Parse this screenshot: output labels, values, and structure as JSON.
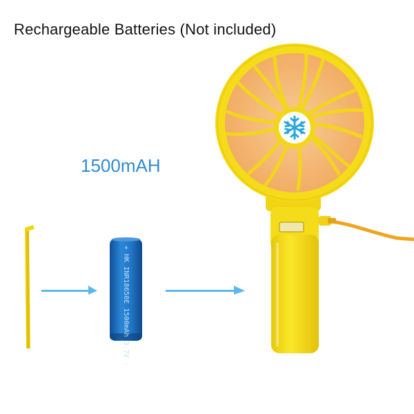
{
  "header": {
    "title": "Rechargeable Batteries (Not included)"
  },
  "capacity_label": "1500mAH",
  "battery": {
    "print": "+ HK INR18650E 1500mAh 3.7V -"
  },
  "colors": {
    "fan_yellow": "#f5dc1a",
    "fan_shadow": "#e6c410",
    "fan_blade_inner": "#f4b76e",
    "battery_blue": "#1f6fc2",
    "arrow_blue": "#5cb8ec",
    "snowflake": "#2aa6dd",
    "cable_orange": "#f1a51d"
  }
}
